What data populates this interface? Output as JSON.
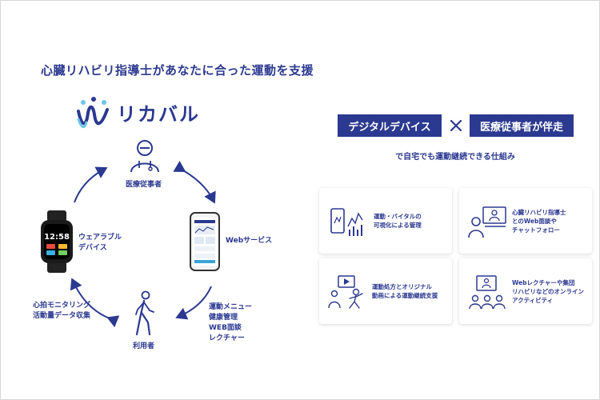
{
  "headline": "心臓リハビリ指導士があなたに合った運動を支援",
  "logo": {
    "text": "リカバル"
  },
  "cycle": {
    "medical_staff": "医療従事者",
    "web_service": "Webサービス",
    "user": "利用者",
    "wearable": [
      "ウェアラブル",
      "デバイス"
    ],
    "watch_time": "12:58",
    "left_flow": [
      "心拍モニタリング",
      "活動量データ収集"
    ],
    "right_flow": [
      "運動メニュー",
      "健康管理",
      "WEB面談",
      "レクチャー"
    ]
  },
  "right": {
    "tag_left": "デジタルデバイス",
    "tag_right": "医療従事者が伴走",
    "subline": "で自宅でも運動継続できる仕組み",
    "cards": [
      {
        "lines": [
          "運動・バイタルの",
          "可視化による管理"
        ],
        "icon": "smartphone-chart-icon"
      },
      {
        "lines": [
          "心臓リハビリ指導士",
          "とのWeb面談や",
          "チャットフォロー"
        ],
        "icon": "video-consultation-icon"
      },
      {
        "lines": [
          "運動処方とオリジナル",
          "動画による運動継続支援"
        ],
        "icon": "exercise-video-icon"
      },
      {
        "lines": [
          "Webレクチャーや集団",
          "リハビリなどのオンライン",
          "アクティビティ"
        ],
        "icon": "group-lecture-icon"
      }
    ]
  },
  "colors": {
    "brand": "#2b3990",
    "accent": "#6ec6e8",
    "card_bg": "#ffffff"
  }
}
